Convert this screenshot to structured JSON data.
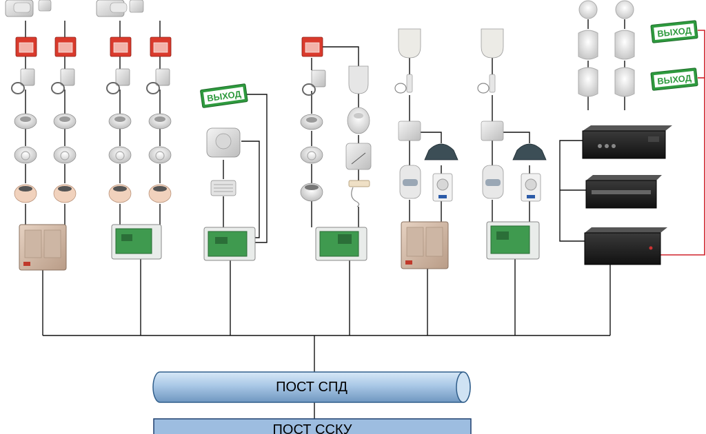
{
  "exit_sign_text": "ВЫХОД",
  "bus_label": "ПОСТ СПД",
  "panel_label": "ПОСТ ССКУ",
  "colors": {
    "exit_green": "#2e9a3e",
    "alarm_red": "#d93a2c",
    "wire_red": "#d0202a",
    "bus_fill": "#a9c8e6",
    "bus_stroke": "#2f5d8a",
    "panel_fill": "#9dbde0",
    "panel_stroke": "#1f3f6e"
  }
}
